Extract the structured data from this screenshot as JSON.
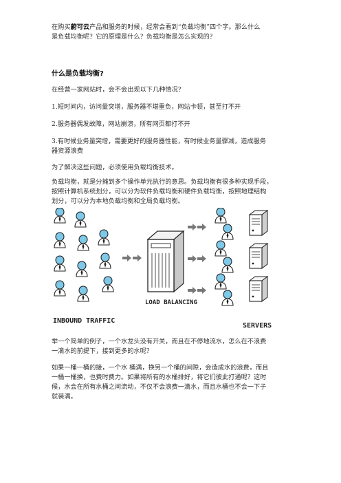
{
  "intro": {
    "line1_pre": "在购买",
    "line1_brand": "蔚可云",
    "line1_post": "产品和服务的时候，经常会看到“负载均衡”四个字。那么什么",
    "line2": "是负载均衡呢？它的原理是什么？负载均衡是怎么实现的？"
  },
  "heading": "什么是负载均衡?",
  "question": "在经营一家网站时，会不会出现以下几种情况？",
  "cases": {
    "c1": "1.短时间内，访问量突增，服务器不堪重负，网站卡顿，甚至打不开",
    "c2": "2.服务器偶发故障，网站崩溃，所有网页都打不开",
    "c3_line1": "3.有时候业务量突增，需要更好的服务器性能，有时候业务量骤减，造成服务",
    "c3_line2": "器资源浪费"
  },
  "solution": "为了解决这些问题，必须使用负载均衡技术。",
  "definition": {
    "line1": "负载均衡，就是分摊到多个操作单元执行的意思。负载均衡有很多种实现手段，",
    "line2": "按照计算机系统划分，可以分为软件负载均衡和硬件负载均衡，按照地理结构",
    "line3": "划分，可以分为本地负载均衡和全局负载均衡。"
  },
  "figure": {
    "label_inbound": "INBOUND TRAFFIC",
    "label_lb": "LOAD BALANCING",
    "label_servers": "SERVERS"
  },
  "example": {
    "line1": "举一个简单的例子，一个水龙头没有开关，而且在不停地流水，怎么在不浪费",
    "line2": "一滴水的前提下，接到更多的水呢？"
  },
  "buckets": {
    "line1": "如果一桶一桶的接，一个水  桶满，换另一个桶的间隙，会造成水的浪费，而且",
    "line2": "一桶一桶换，也费时费力。如果将所有的水桶排好，将它们彼此打通呢？这时",
    "line3": "候，水会在所有水桶之间流动，不仅不会浪费一滴水，而且水桶也不会一下子",
    "line4": "就装满。"
  }
}
